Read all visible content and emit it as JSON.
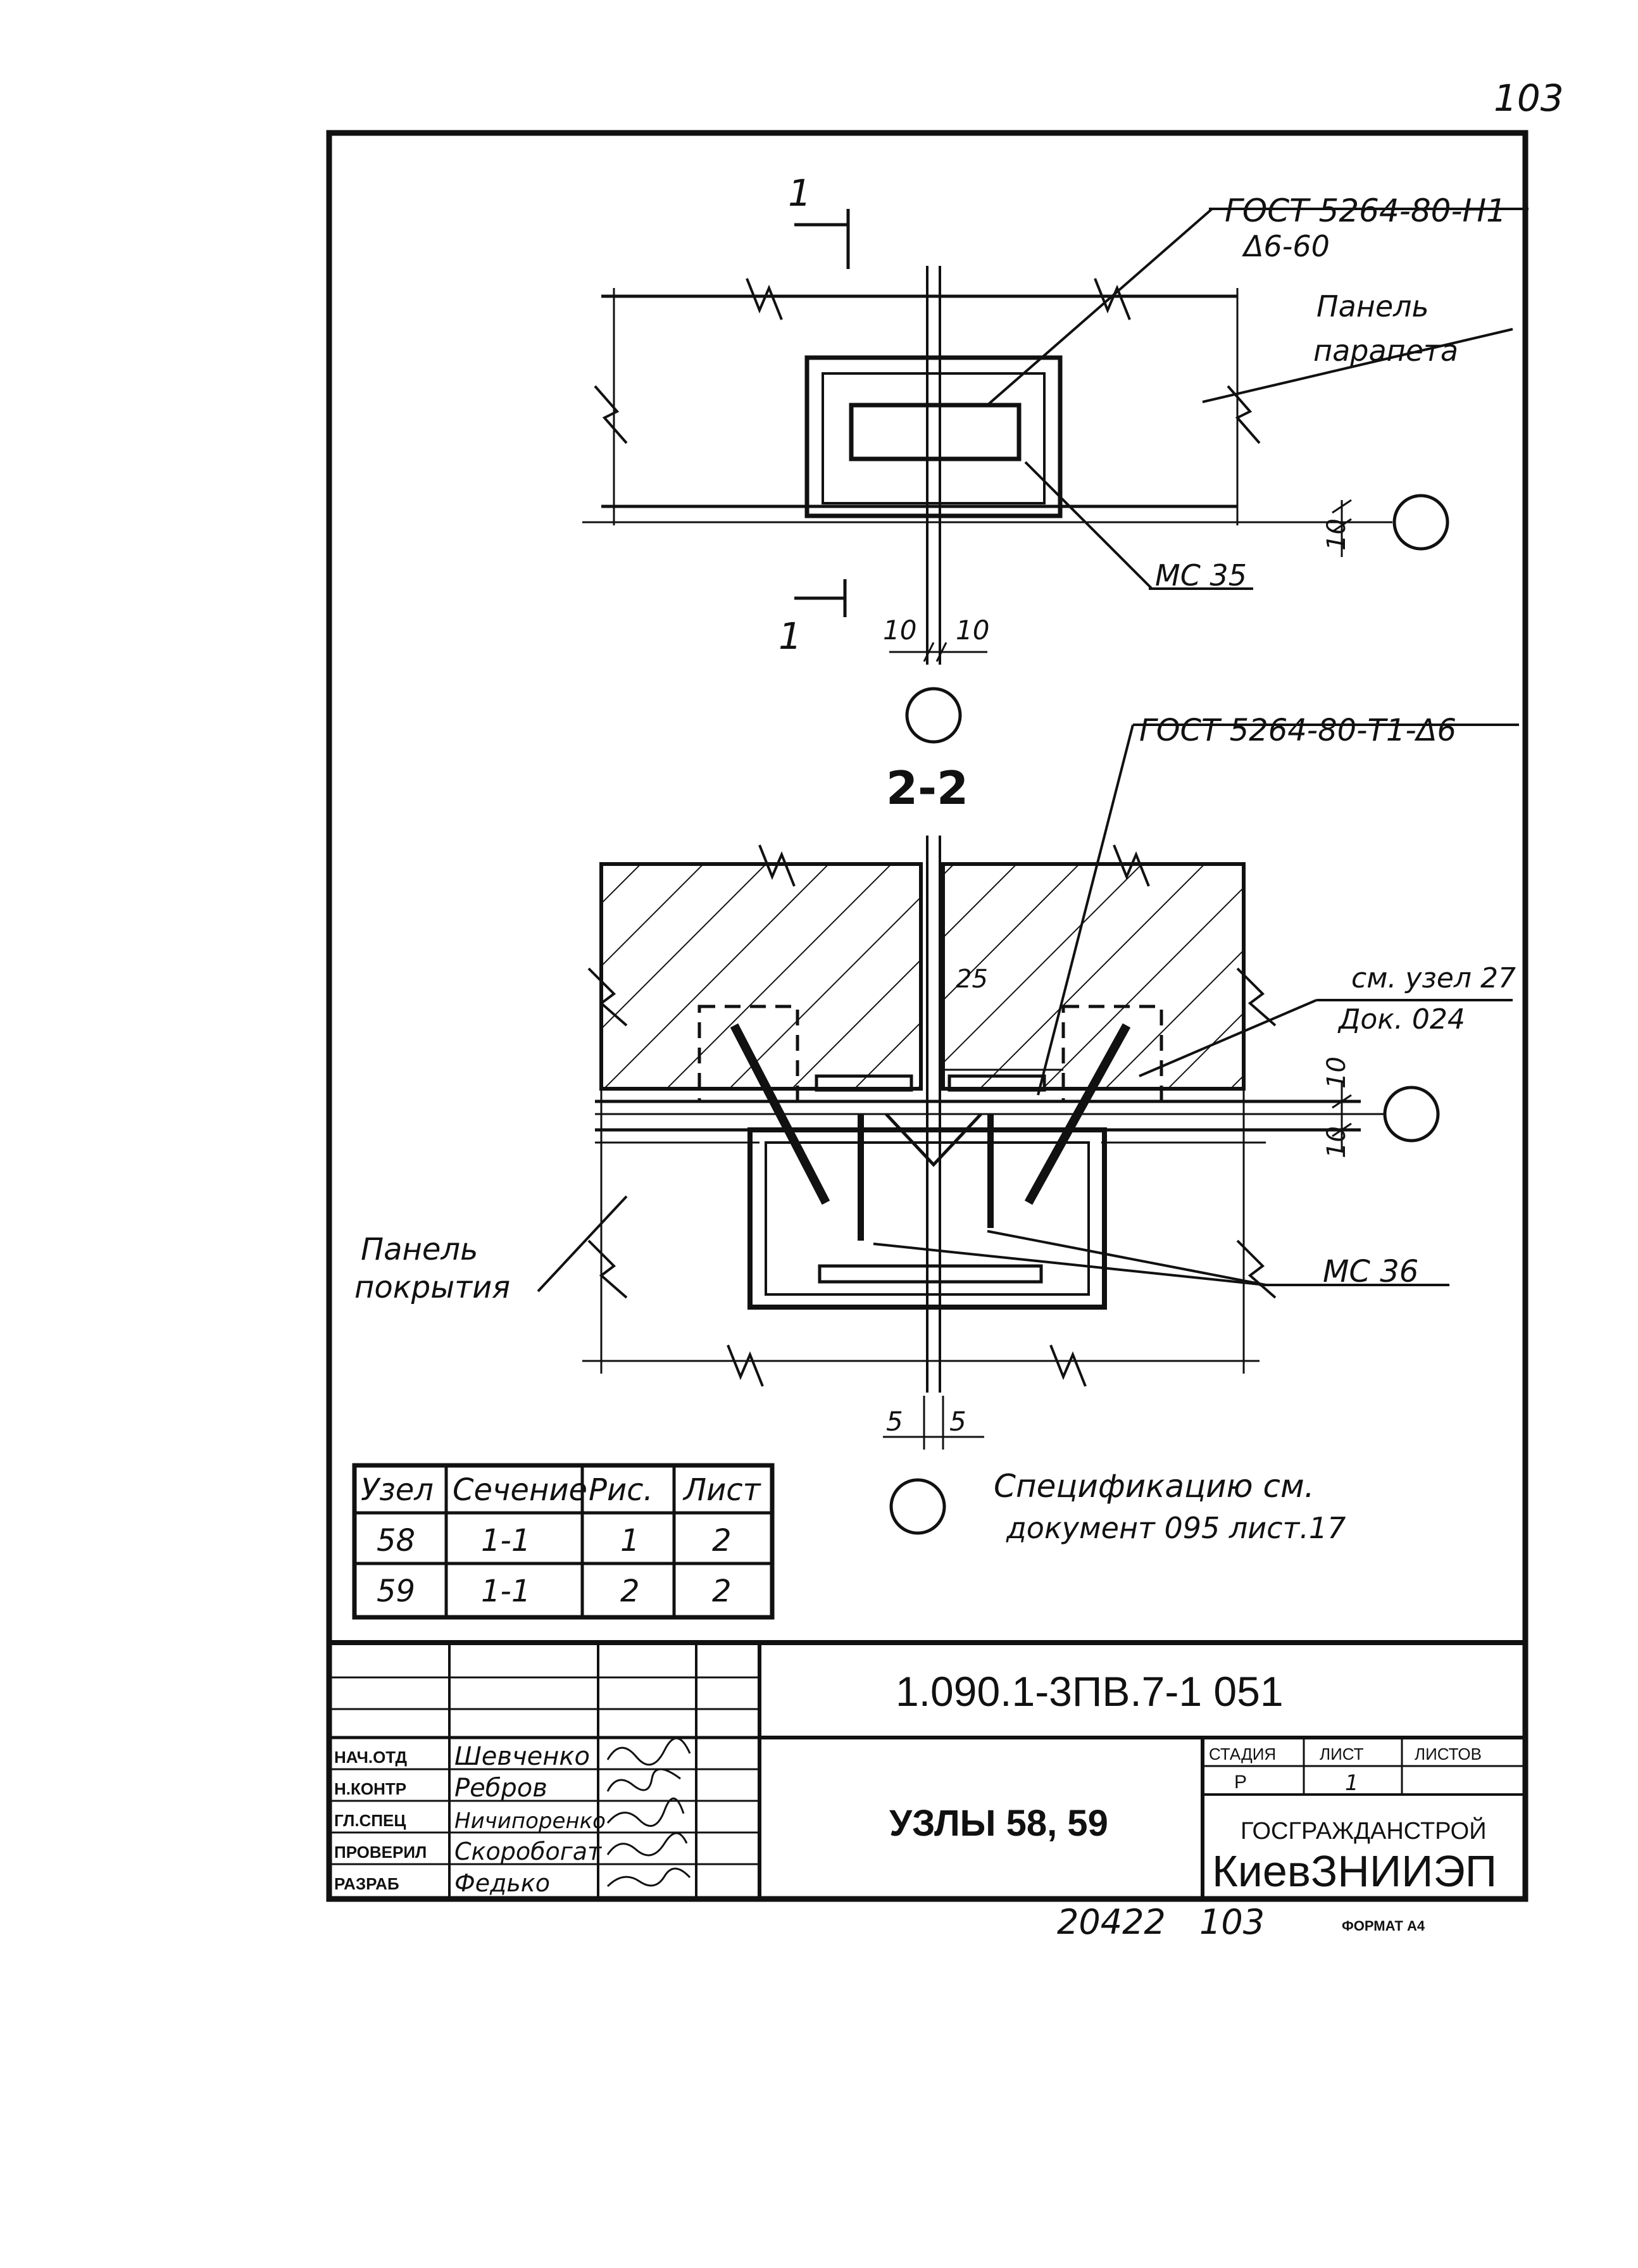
{
  "page_number": "103",
  "top_view": {
    "section_mark_top": "1",
    "section_mark_bottom": "1",
    "weld_std": "ГОСТ 5264-80-Н1",
    "weld_spec": "Δ6-60",
    "panel_label_1": "Панель",
    "panel_label_2": "парапета",
    "part_label": "МС 35",
    "dim_right": "10",
    "dim_left": "10",
    "dim_right2": "10"
  },
  "section_view": {
    "title": "2-2",
    "weld_std": "ГОСТ 5264-80-Т1-Δ6",
    "ref_1": "см. узел 27",
    "ref_2": "Док. 024",
    "dim_25": "25",
    "dim_top": "10",
    "dim_bottom": "10",
    "panel_label_1": "Панель",
    "panel_label_2": "покрытия",
    "part_label": "МС 36",
    "dim_left_5": "5",
    "dim_right_5": "5"
  },
  "spec_note_1": "Спецификацию см.",
  "spec_note_2": "документ 095 лист.17",
  "node_table": {
    "headers": [
      "Узел",
      "Сечение",
      "Рис.",
      "Лист"
    ],
    "rows": [
      [
        "58",
        "1-1",
        "1",
        "2"
      ],
      [
        "59",
        "1-1",
        "2",
        "2"
      ]
    ]
  },
  "title_block": {
    "doc_code": "1.090.1-3ПВ.7-1   051",
    "title": "УЗЛЫ 58, 59",
    "roles": [
      "НАЧ.ОТД",
      "Н.КОНТР",
      "ГЛ.СПЕЦ",
      "ПРОВЕРИЛ",
      "РАЗРАБ"
    ],
    "names": [
      "Шевченко",
      "Ребров",
      "Ничипоренко",
      "Скоробогат",
      "Федько"
    ],
    "stage_headers": [
      "СТАДИЯ",
      "ЛИСТ",
      "ЛИСТОВ"
    ],
    "stage_values": [
      "Р",
      "1",
      ""
    ],
    "org_1": "ГОСГРАЖДАНСТРОЙ",
    "org_2": "КиевЗНИИЭП"
  },
  "footer": {
    "inv": "20422",
    "sheet": "103",
    "format": "ФОРМАТ А4"
  }
}
